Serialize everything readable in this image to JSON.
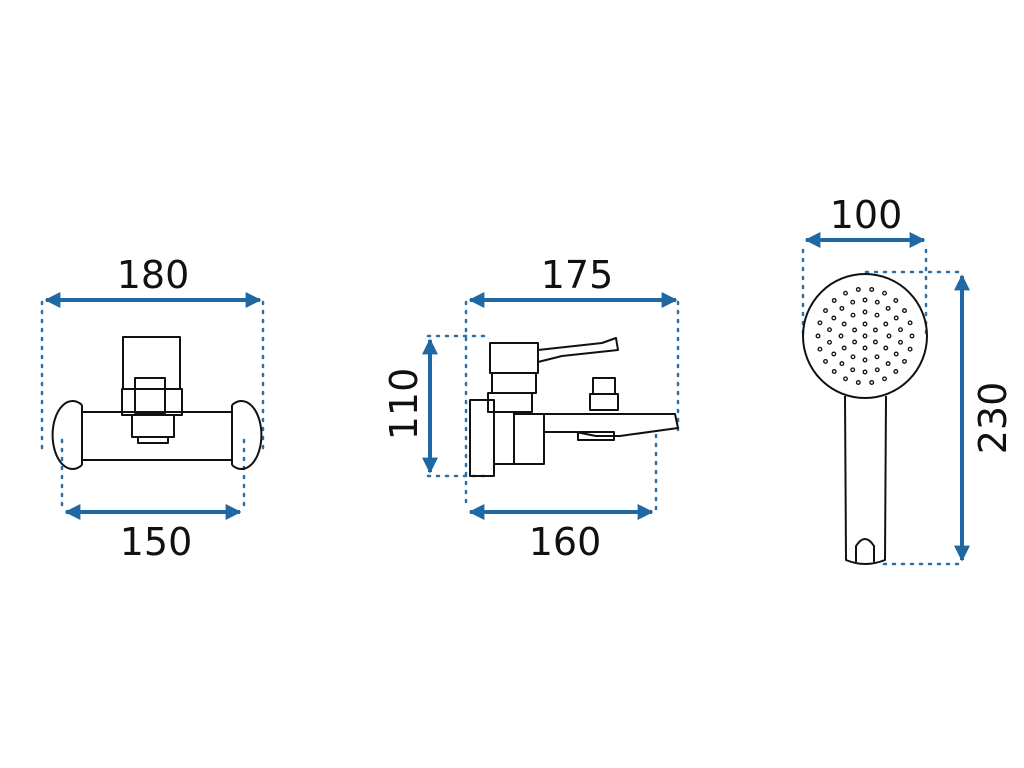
{
  "colors": {
    "dimension_arrow": "#1f68a3",
    "outline": "#111111",
    "background": "#ffffff"
  },
  "front_view": {
    "top_width": "180",
    "bottom_width": "150"
  },
  "side_view": {
    "top_width": "175",
    "bottom_width": "160",
    "height": "110"
  },
  "shower_head": {
    "width": "100",
    "height": "230"
  }
}
